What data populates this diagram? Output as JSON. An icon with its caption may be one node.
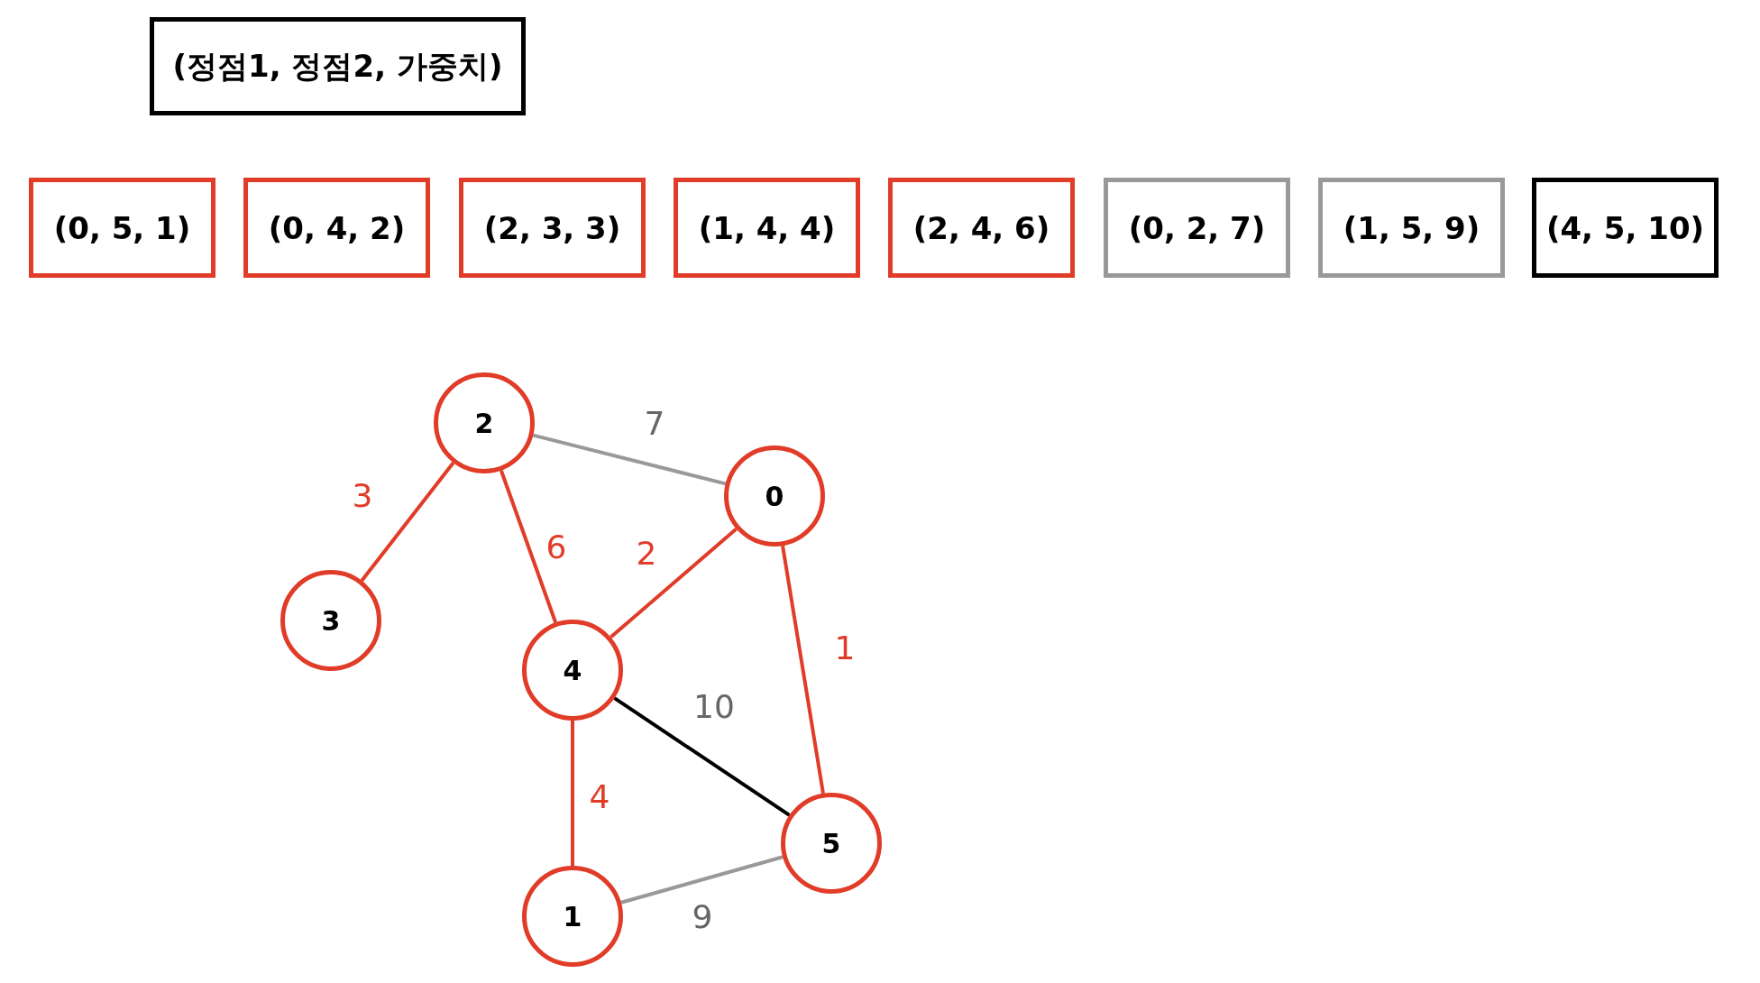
{
  "diagram": {
    "nodes": [
      {
        "text": [
          "(정점1, 정점2, 가중치)"
        ]
      },
      {
        "text": [
          "(0, 5, 1)"
        ]
      },
      {
        "text": [
          "(0, 4, 2)"
        ]
      },
      {
        "text": [
          "(2, 3, 3)"
        ]
      },
      {
        "text": [
          "(1, 4, 4)"
        ]
      },
      {
        "text": [
          "(2, 4, 6)"
        ]
      },
      {
        "text": [
          "(0, 2, 7)"
        ]
      },
      {
        "text": [
          "(1, 5, 9)"
        ]
      },
      {
        "text": [
          "(4, 5, 10)"
        ]
      },
      {
        "text": [
          "2"
        ]
      },
      {
        "text": [
          "0"
        ]
      },
      {
        "text": [
          "3"
        ]
      },
      {
        "text": [
          "4"
        ]
      },
      {
        "text": [
          "5"
        ]
      },
      {
        "text": [
          "1"
        ]
      }
    ],
    "edges": [
      {
        "from": 9,
        "to": 10,
        "arrow": "none",
        "label": "7",
        "color": "#999999"
      },
      {
        "from": 9,
        "to": 11,
        "arrow": "none",
        "label": "3"
      },
      {
        "from": 9,
        "to": 12,
        "arrow": "none",
        "label": "6"
      },
      {
        "from": 10,
        "to": 12,
        "arrow": "none",
        "label": "2"
      },
      {
        "from": 10,
        "to": 13,
        "arrow": "none",
        "label": "1"
      },
      {
        "from": 12,
        "to": 13,
        "arrow": "none",
        "label": "10",
        "color": "#000000"
      },
      {
        "from": 12,
        "to": 14,
        "arrow": "none",
        "label": "4"
      },
      {
        "from": 14,
        "to": 13,
        "arrow": "none",
        "label": "9",
        "color": "#999999"
      }
    ]
  }
}
